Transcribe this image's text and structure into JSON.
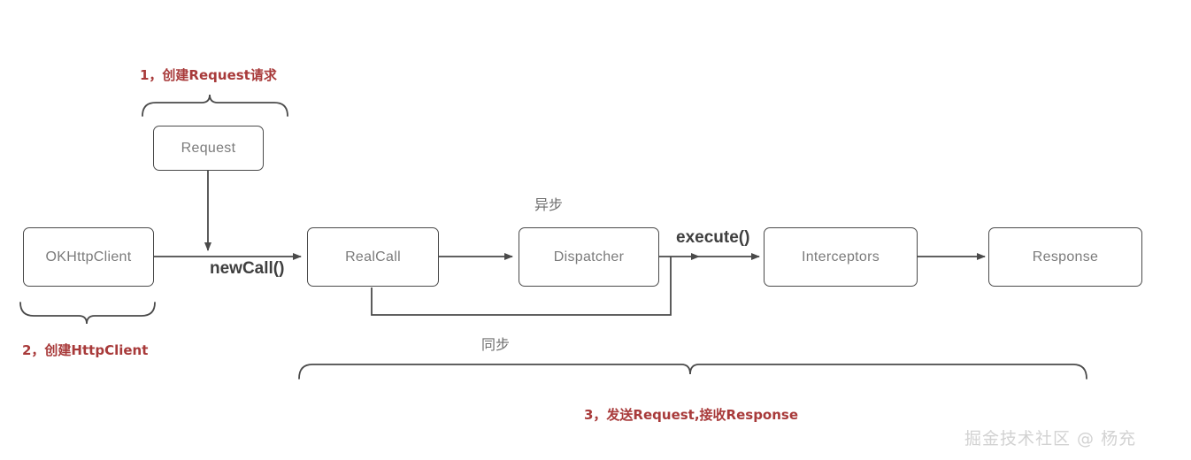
{
  "diagram": {
    "title": "OkHttp request flow",
    "colors": {
      "stroke": "#4a4a4a",
      "node_text": "#7b7b7b",
      "edge_label": "#3f3f3f",
      "annotation_red": "#a83a3a",
      "flow_label": "#6e6e6e",
      "watermark": "#d2d2d2",
      "background": "#ffffff"
    },
    "nodes": [
      {
        "id": "request",
        "label": "Request"
      },
      {
        "id": "okhttpclient",
        "label": "OKHttpClient"
      },
      {
        "id": "realcall",
        "label": "RealCall"
      },
      {
        "id": "dispatcher",
        "label": "Dispatcher"
      },
      {
        "id": "interceptors",
        "label": "Interceptors"
      },
      {
        "id": "response",
        "label": "Response"
      }
    ],
    "edge_labels": [
      {
        "id": "newcall",
        "label": "newCall()"
      },
      {
        "id": "execute",
        "label": "execute()"
      }
    ],
    "flow_labels": [
      {
        "id": "async",
        "label": "异步"
      },
      {
        "id": "sync",
        "label": "同步"
      }
    ],
    "annotations": [
      {
        "id": "step-1",
        "label": "1，创建Request请求"
      },
      {
        "id": "step-2",
        "label": "2，创建HttpClient"
      },
      {
        "id": "step-3",
        "label": "3，发送Request,接收Response"
      }
    ],
    "watermark": {
      "label": "掘金技术社区 @ 杨充"
    }
  }
}
